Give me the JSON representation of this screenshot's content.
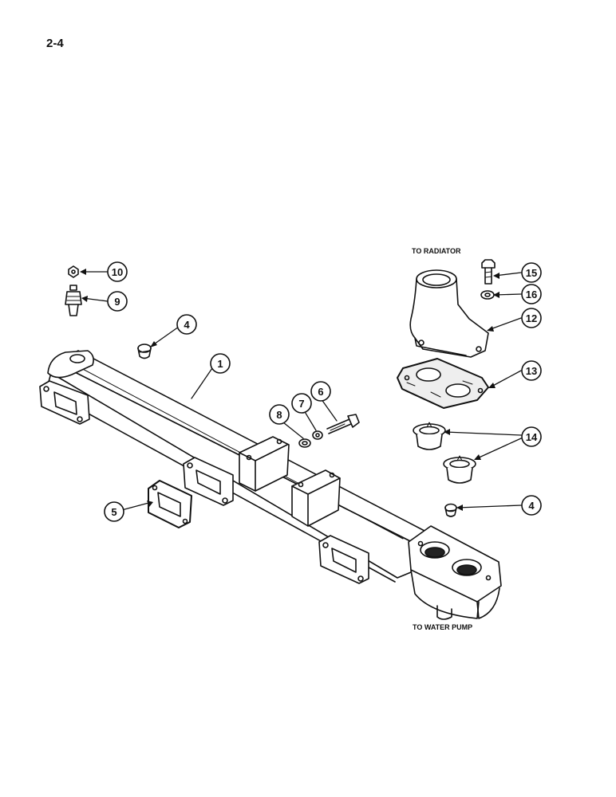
{
  "page": {
    "number": "2-4"
  },
  "labels": {
    "to_radiator": "TO RADIATOR",
    "to_water_pump": "TO WATER PUMP"
  },
  "callouts": {
    "c1": "1",
    "c4a": "4",
    "c4b": "4",
    "c5": "5",
    "c6": "6",
    "c7": "7",
    "c8": "8",
    "c9": "9",
    "c10": "10",
    "c12": "12",
    "c13": "13",
    "c14": "14",
    "c15": "15",
    "c16": "16"
  }
}
